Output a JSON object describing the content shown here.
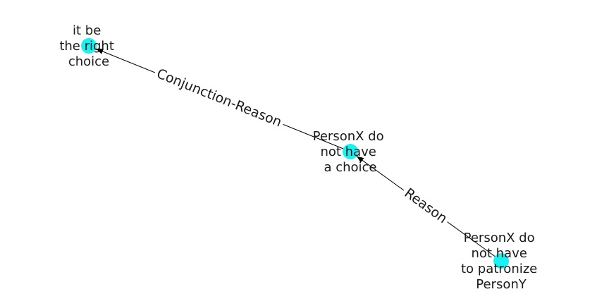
{
  "colors": {
    "node_fill": "#19f2f2",
    "edge": "#000000",
    "text": "#1a1a1a",
    "background": "#ffffff"
  },
  "nodes": [
    {
      "id": "n1",
      "lines": [
        "it be",
        "the right",
        "choice"
      ]
    },
    {
      "id": "n2",
      "lines": [
        "PersonX do",
        "not have",
        "a choice"
      ]
    },
    {
      "id": "n3",
      "lines": [
        "PersonX do",
        "not have",
        "to patronize",
        "PersonY"
      ]
    }
  ],
  "edges": [
    {
      "from": "n2",
      "to": "n1",
      "label": "Conjunction-Reason"
    },
    {
      "from": "n3",
      "to": "n2",
      "label": "Reason"
    }
  ]
}
